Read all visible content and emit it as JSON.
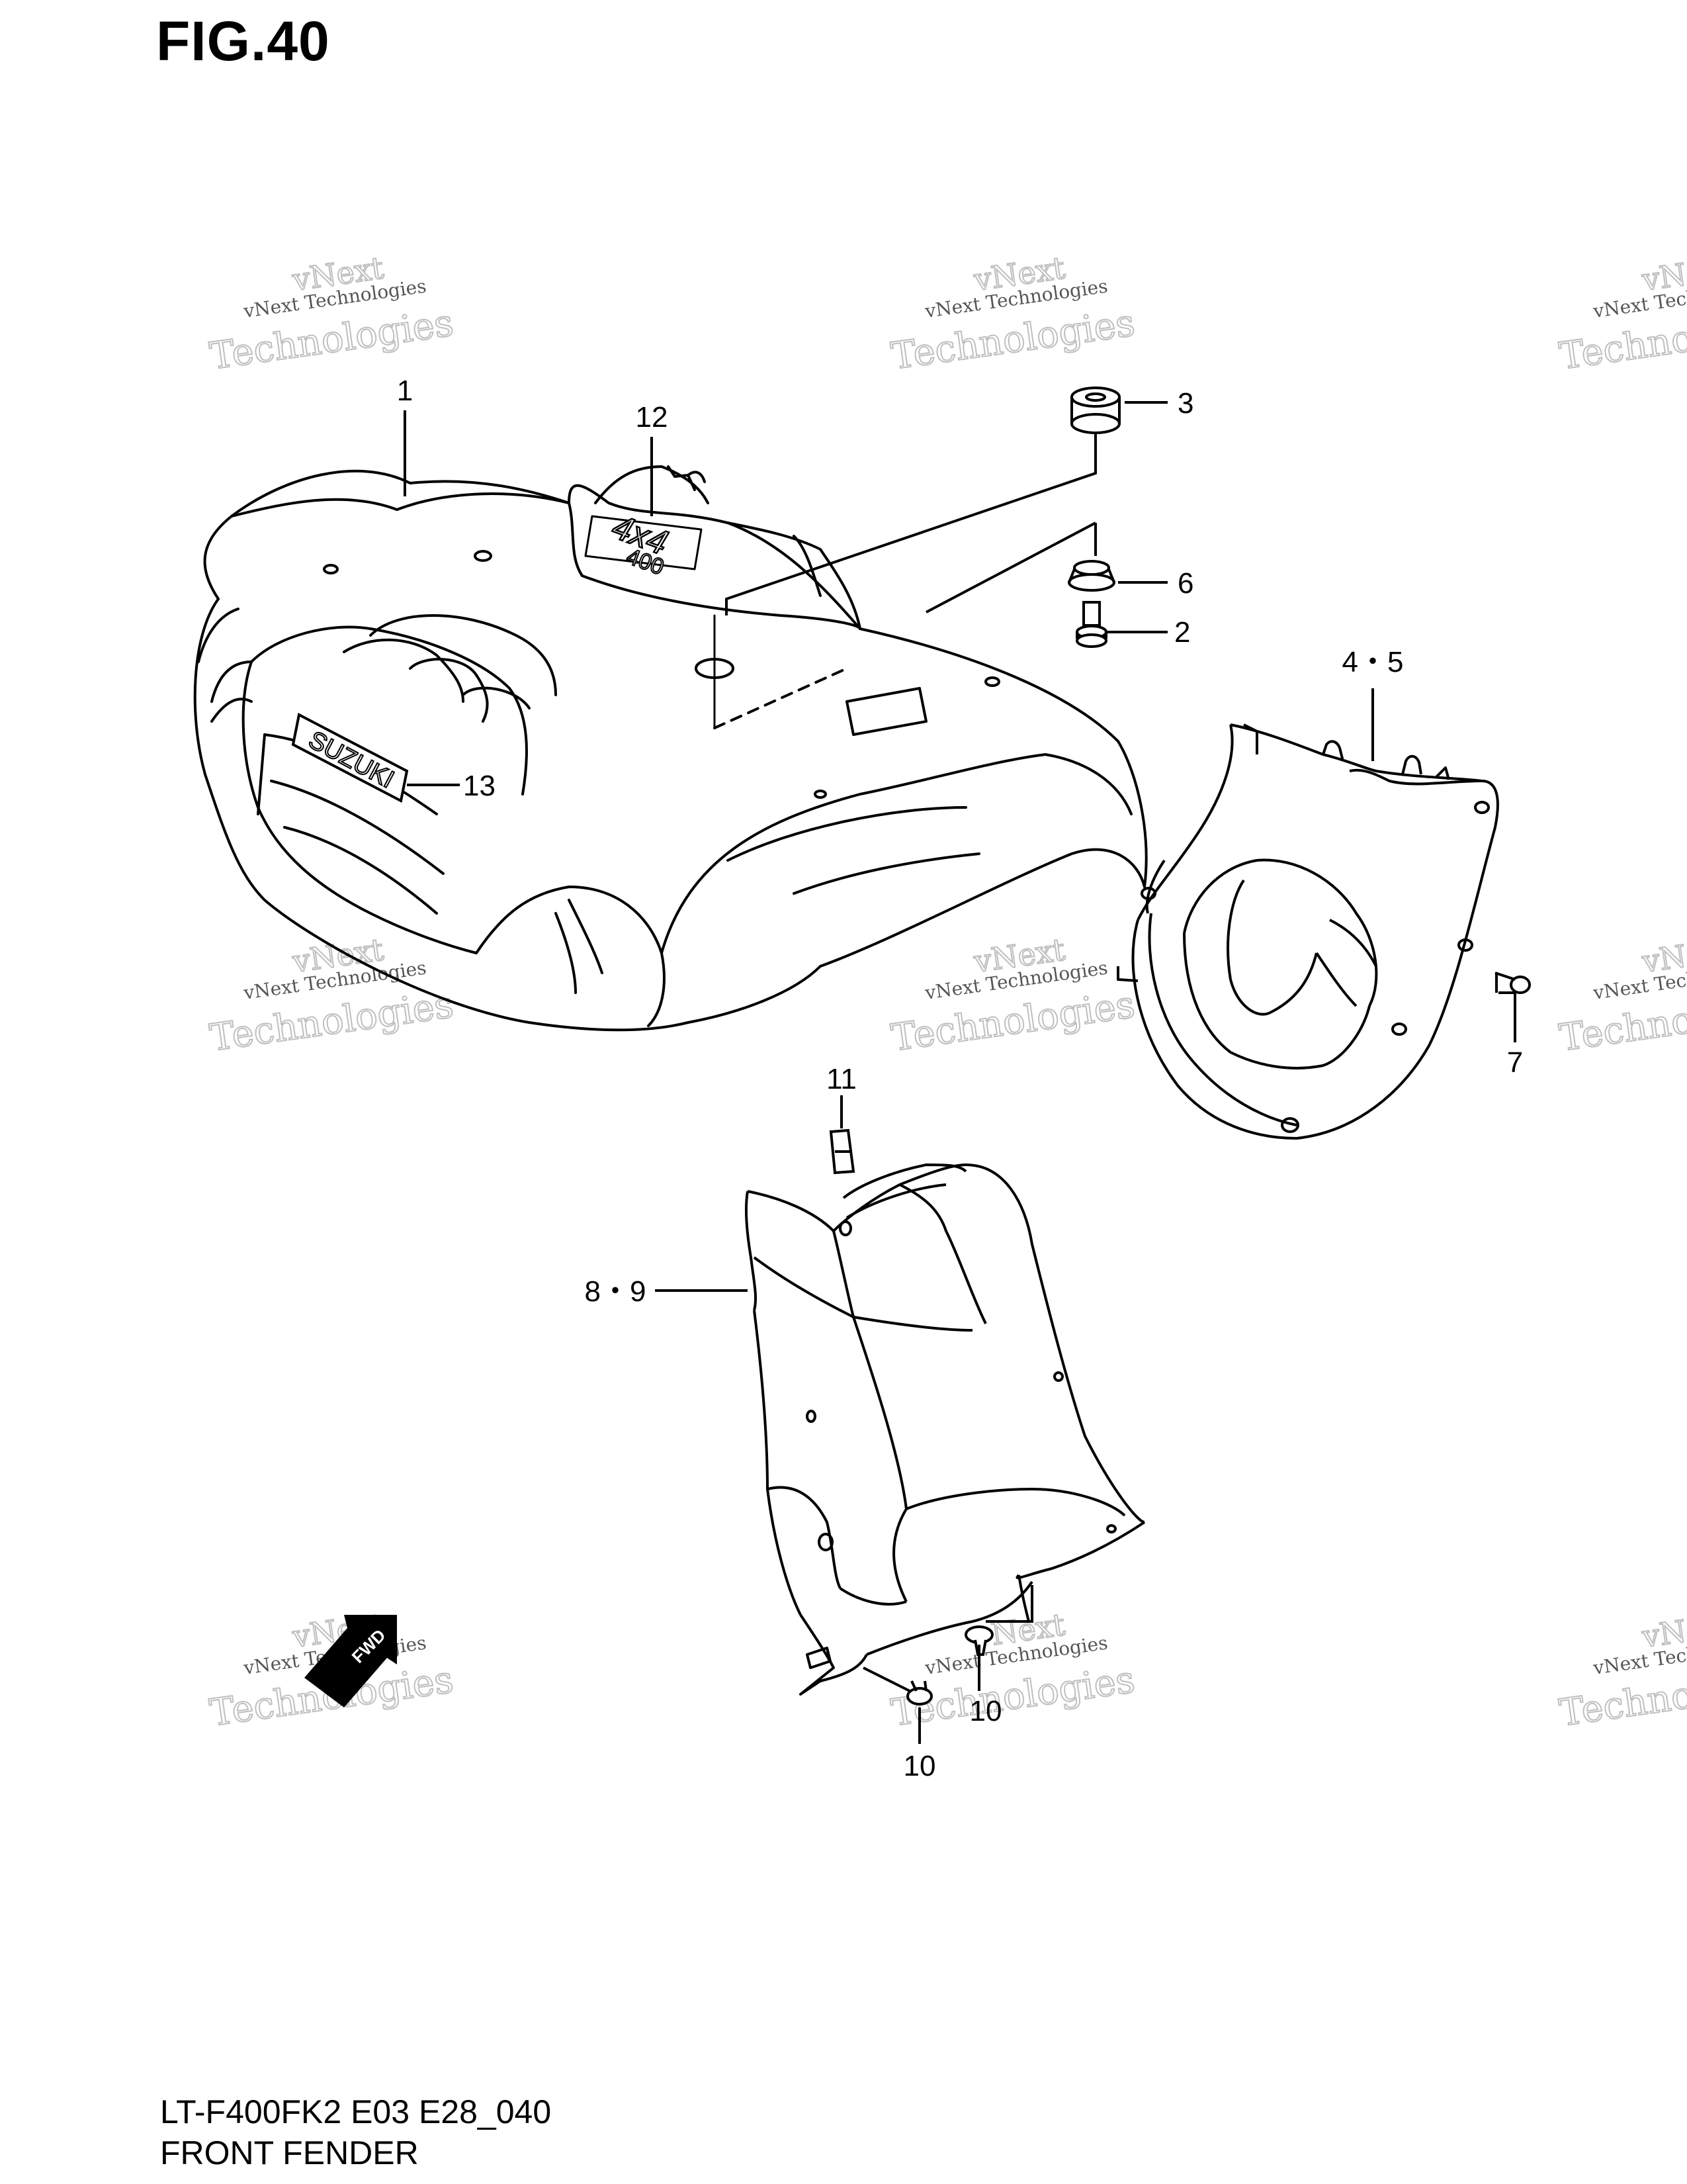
{
  "figure": {
    "title": "FIG.40",
    "model_code": "LT-F400FK2 E03 E28_040",
    "name": "FRONT FENDER"
  },
  "callouts": [
    {
      "id": "c1",
      "label": "1"
    },
    {
      "id": "c12",
      "label": "12"
    },
    {
      "id": "c3",
      "label": "3"
    },
    {
      "id": "c6",
      "label": "6"
    },
    {
      "id": "c2",
      "label": "2"
    },
    {
      "id": "c45",
      "label": "4・5"
    },
    {
      "id": "c13",
      "label": "13"
    },
    {
      "id": "c7",
      "label": "7"
    },
    {
      "id": "c11",
      "label": "11"
    },
    {
      "id": "c89",
      "label": "8・9"
    },
    {
      "id": "c10a",
      "label": "10"
    },
    {
      "id": "c10b",
      "label": "10"
    }
  ],
  "part_text": {
    "emblem_suzuki": "SUZUKI",
    "emblem_4x4": "4x4",
    "emblem_400": "400",
    "fwd_arrow": "FWD"
  },
  "watermark": {
    "line1": "vNext Technologies",
    "line2": "vNext",
    "line3": "Technologies"
  },
  "colors": {
    "line": "#000000",
    "watermark": "#bfbfbf"
  }
}
